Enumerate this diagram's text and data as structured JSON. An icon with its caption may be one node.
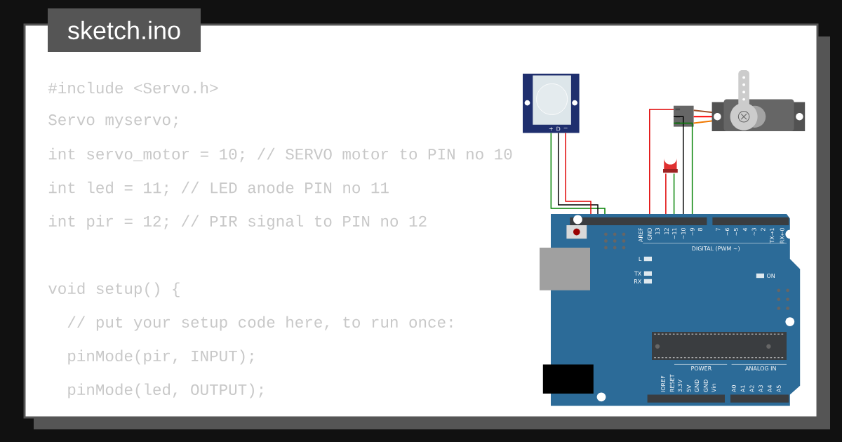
{
  "diagram": {
    "title": "sketch.ino",
    "nodes": [
      {
        "text": [
          "+",
          "D",
          "−"
        ]
      },
      {
        "text": [],
        "shape": "picture"
      },
      {
        "text": [],
        "shape": "picture"
      },
      {
        "text": [
          "AREF",
          "GND",
          "13",
          "12",
          "~11",
          "~10",
          "~9",
          "8",
          "7",
          "~6",
          "~5",
          "4",
          "~3",
          "2",
          "TX→1",
          "RX←0",
          "DIGITAL (PWM ~)",
          "L",
          "TX",
          "RX",
          "ON",
          "IOREF",
          "RESET",
          "3.3V",
          "5V",
          "GND",
          "GND",
          "Vin",
          "POWER",
          "ANALOG IN",
          "A0",
          "A1",
          "A2",
          "A3",
          "A4",
          "A5"
        ]
      }
    ],
    "edges": [
      {
        "from": 0,
        "to": 3,
        "arrow": "none",
        "color": "#008000"
      },
      {
        "from": 0,
        "to": 3,
        "arrow": "none",
        "color": "#000000"
      },
      {
        "from": 0,
        "to": 3,
        "arrow": "none",
        "color": "#e00000"
      },
      {
        "from": 1,
        "to": 3,
        "arrow": "none",
        "color": "#e00000"
      },
      {
        "from": 1,
        "to": 3,
        "arrow": "none",
        "color": "#008000"
      },
      {
        "from": 2,
        "to": 3,
        "arrow": "none",
        "color": "#e00000"
      },
      {
        "from": 2,
        "to": 3,
        "arrow": "none",
        "color": "#000000"
      },
      {
        "from": 2,
        "to": 3,
        "arrow": "none",
        "color": "#008000"
      }
    ],
    "labels": [
      "#include <Servo.h>",
      "Servo myservo;",
      "int servo_motor = 10; // SERVO motor to PIN no 10",
      "int led = 11; // LED anode PIN no 11",
      "int pir = 12; // PIR signal to PIN no 12",
      "void setup() {",
      "// put your setup code here, to run once:",
      "pinMode(pir, INPUT);",
      "pinMode(led, OUTPUT);"
    ]
  }
}
